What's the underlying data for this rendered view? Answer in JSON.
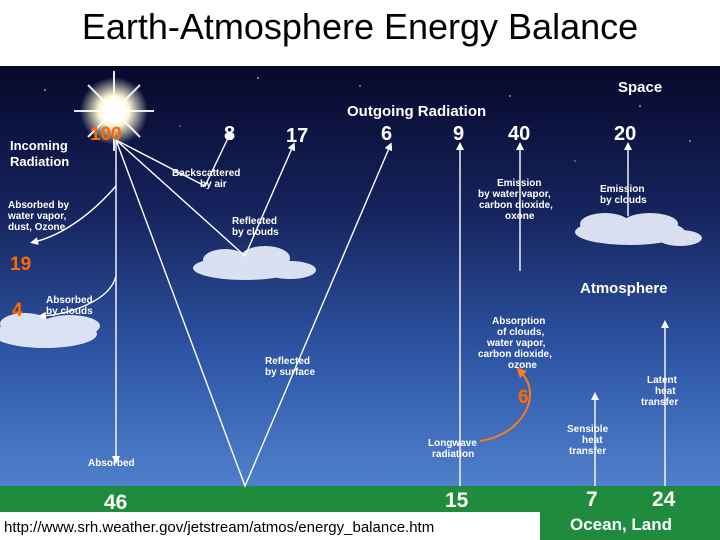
{
  "slide": {
    "title": "Earth-Atmosphere Energy Balance",
    "source_url": "http://www.srh.weather.gov/jetstream/atmos/energy_balance.htm"
  },
  "diagram": {
    "regions": {
      "space": "Space",
      "outgoing": "Outgoing Radiation",
      "atmosphere": "Atmosphere",
      "surface": "Ocean, Land"
    },
    "incoming": {
      "label_line1": "Incoming",
      "label_line2": "Radiation",
      "value": "100"
    },
    "outgoing_values": {
      "backscattered": "8",
      "reflected_clouds": "17",
      "reflected_surface": "6",
      "longwave_surface": "9",
      "emission_gases": "40",
      "emission_clouds": "20"
    },
    "labels": {
      "absorbed_vapor": [
        "Absorbed by",
        "water vapor,",
        "dust, Ozone"
      ],
      "absorbed_vapor_value": "19",
      "absorbed_clouds": [
        "Absorbed",
        "by clouds"
      ],
      "absorbed_clouds_value": "4",
      "backscattered": [
        "Backscattered",
        "by air"
      ],
      "reflected_clouds": [
        "Reflected",
        "by clouds"
      ],
      "emission_gases": [
        "Emission",
        "by water vapor,",
        "carbon dioxide,",
        "oxone"
      ],
      "emission_clouds": [
        "Emission",
        "by clouds"
      ],
      "absorption_atm": [
        "Absorption",
        "of clouds,",
        "water vapor,",
        "carbon dioxide,",
        "ozone"
      ],
      "absorption_value": "6",
      "reflected_surface": [
        "Reflected",
        "by surface"
      ],
      "longwave": [
        "Longwave",
        "radiation"
      ],
      "sensible": [
        "Sensible",
        "heat",
        "transfer"
      ],
      "latent": [
        "Latent",
        "heat",
        "transfer"
      ],
      "absorbed_surface": "Absorbed"
    },
    "surface_values": {
      "absorbed": "46",
      "longwave": "15",
      "sensible": "7",
      "latent": "24"
    },
    "colors": {
      "space_top": "#0a1030",
      "sky_bottom": "#4a78c8",
      "ground": "#1e8c3c",
      "highlight": "#ff6a00",
      "text": "#ffffff"
    }
  }
}
